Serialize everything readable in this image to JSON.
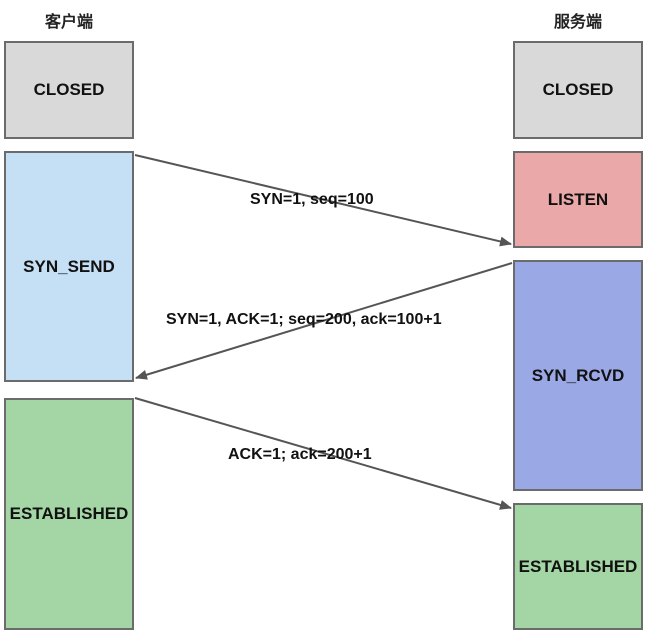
{
  "headers": {
    "client": "客户端",
    "server": "服务端"
  },
  "client_states": [
    {
      "label": "CLOSED",
      "color": "#d9d9d9"
    },
    {
      "label": "SYN_SEND",
      "color": "#c5dff5"
    },
    {
      "label": "ESTABLISHED",
      "color": "#a3d5a5"
    }
  ],
  "server_states": [
    {
      "label": "CLOSED",
      "color": "#d9d9d9"
    },
    {
      "label": "LISTEN",
      "color": "#eaa8a8"
    },
    {
      "label": "SYN_RCVD",
      "color": "#9aa8e6"
    },
    {
      "label": "ESTABLISHED",
      "color": "#a3d5a5"
    }
  ],
  "messages": [
    {
      "label": "SYN=1, seq=100",
      "direction": "client-to-server"
    },
    {
      "label": "SYN=1, ACK=1; seq=200, ack=100+1",
      "direction": "server-to-client"
    },
    {
      "label": "ACK=1; ack=200+1",
      "direction": "client-to-server"
    }
  ],
  "colors": {
    "border": "#6b6b6b",
    "arrow": "#555555"
  }
}
